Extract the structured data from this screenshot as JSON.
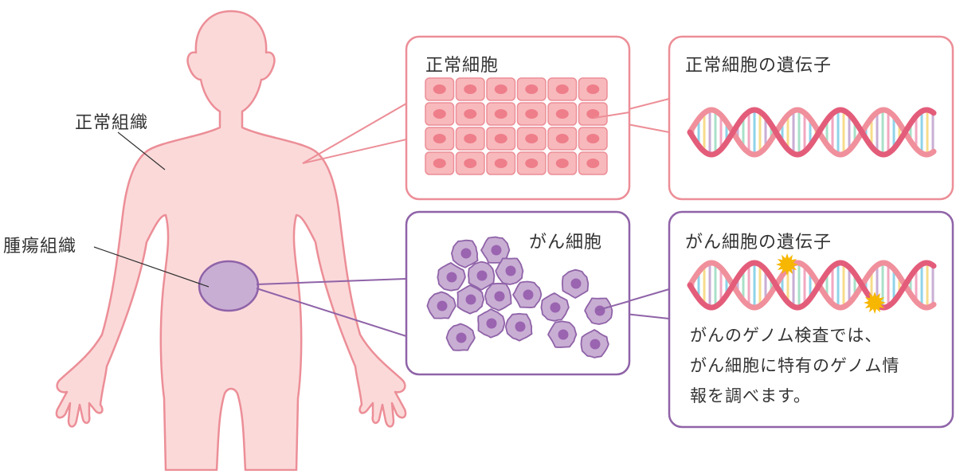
{
  "labels": {
    "normal_tissue": "正常組織",
    "tumor_tissue": "腫瘍組織",
    "normal_cell": "正常細胞",
    "normal_cell_genes": "正常細胞の遺伝子",
    "cancer_cell": "がん細胞",
    "cancer_cell_genes": "がん細胞の遺伝子"
  },
  "description": {
    "line1": "がんのゲノム検査では、",
    "line2": "がん細胞に特有のゲノム情",
    "line3": "報を調べます。"
  },
  "colors": {
    "body_fill": "#fbd9d9",
    "body_stroke": "#ec8e97",
    "normal_box_border": "#ec8e97",
    "cell_fill": "#f8b9bc",
    "cell_nucleus": "#ee7e8a",
    "cancer_box_border": "#8f63a8",
    "cancer_cell_fill": "#c9aed4",
    "cancer_nucleus": "#9a64b0",
    "tumor_fill": "#c9aed4",
    "dna_strand_dark": "#e35d7a",
    "dna_strand_light": "#f0909c",
    "mutation_mark": "#f7b600"
  },
  "icons": [
    "human-body-silhouette",
    "dna-double-helix-icon",
    "mutation-star-icon"
  ]
}
